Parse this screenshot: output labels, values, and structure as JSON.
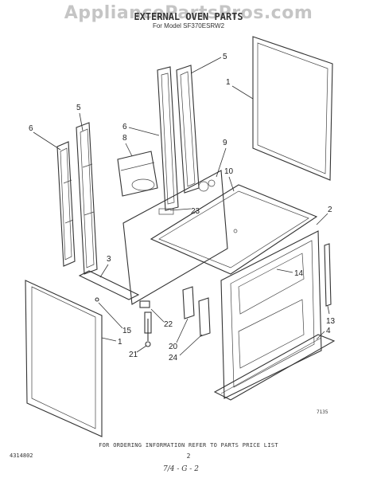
{
  "header": {
    "watermark": "AppliancePartsPros.com",
    "title": "EXTERNAL OVEN PARTS",
    "model": "For Model SF370ESRW2"
  },
  "callouts": [
    "5",
    "1",
    "6",
    "5",
    "6",
    "8",
    "9",
    "10",
    "23",
    "2",
    "3",
    "14",
    "13",
    "4",
    "15",
    "22",
    "1",
    "21",
    "20",
    "24"
  ],
  "footer": {
    "note": "FOR ORDERING INFORMATION REFER TO PARTS PRICE LIST",
    "doc_number": "4314802",
    "page_number": "2",
    "handwritten": "7/4 - G - 2",
    "small_code": "7135"
  }
}
